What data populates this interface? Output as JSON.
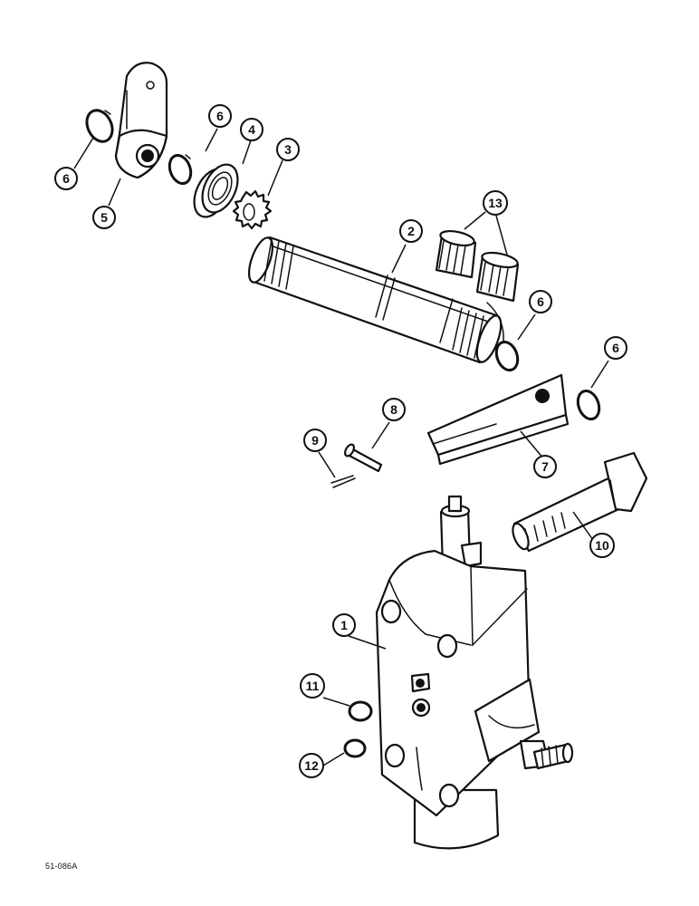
{
  "figure": {
    "drawing_code": "51-086A"
  },
  "callouts": [
    {
      "id": "1",
      "name": "callout-1",
      "part_ref": "housing"
    },
    {
      "id": "2",
      "name": "callout-2",
      "part_ref": "splined-shaft"
    },
    {
      "id": "3",
      "name": "callout-3",
      "part_ref": "lock-washer"
    },
    {
      "id": "4",
      "name": "callout-4",
      "part_ref": "seal"
    },
    {
      "id": "5",
      "name": "callout-5",
      "part_ref": "lever-arm"
    },
    {
      "id": "6",
      "name": "callout-6-a",
      "part_ref": "snap-ring-left"
    },
    {
      "id": "6",
      "name": "callout-6-b",
      "part_ref": "snap-ring-upper"
    },
    {
      "id": "6",
      "name": "callout-6-c",
      "part_ref": "snap-ring-shaft-end"
    },
    {
      "id": "6",
      "name": "callout-6-d",
      "part_ref": "snap-ring-right"
    },
    {
      "id": "7",
      "name": "callout-7",
      "part_ref": "fork-lever"
    },
    {
      "id": "8",
      "name": "callout-8",
      "part_ref": "clevis-pin"
    },
    {
      "id": "9",
      "name": "callout-9",
      "part_ref": "cotter-pin"
    },
    {
      "id": "10",
      "name": "callout-10",
      "part_ref": "bolt"
    },
    {
      "id": "11",
      "name": "callout-11",
      "part_ref": "o-ring-upper"
    },
    {
      "id": "12",
      "name": "callout-12",
      "part_ref": "o-ring-lower"
    },
    {
      "id": "13",
      "name": "callout-13",
      "part_ref": "needle-bearings"
    }
  ]
}
